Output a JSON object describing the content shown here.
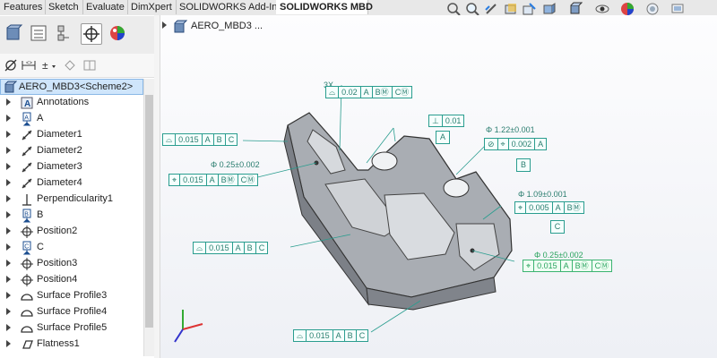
{
  "tabs": [
    "Features",
    "Sketch",
    "Evaluate",
    "DimXpert",
    "SOLIDWORKS Add-Ins",
    "SOLIDWORKS MBD"
  ],
  "active_tab": "SOLIDWORKS MBD",
  "tree": {
    "root": "AERO_MBD3<Scheme2>",
    "items": [
      {
        "label": "Annotations",
        "icon": "annotations-icon"
      },
      {
        "label": "A",
        "icon": "datum-icon"
      },
      {
        "label": "Diameter1",
        "icon": "diameter-icon"
      },
      {
        "label": "Diameter2",
        "icon": "diameter-icon"
      },
      {
        "label": "Diameter3",
        "icon": "diameter-icon"
      },
      {
        "label": "Diameter4",
        "icon": "diameter-icon"
      },
      {
        "label": "Perpendicularity1",
        "icon": "perpendicularity-icon"
      },
      {
        "label": "B",
        "icon": "datum-icon"
      },
      {
        "label": "Position2",
        "icon": "position-icon"
      },
      {
        "label": "C",
        "icon": "datum-icon"
      },
      {
        "label": "Position3",
        "icon": "position-icon"
      },
      {
        "label": "Position4",
        "icon": "position-icon"
      },
      {
        "label": "Surface Profile3",
        "icon": "surface-profile-icon"
      },
      {
        "label": "Surface Profile4",
        "icon": "surface-profile-icon"
      },
      {
        "label": "Surface Profile5",
        "icon": "surface-profile-icon"
      },
      {
        "label": "Flatness1",
        "icon": "flatness-icon"
      }
    ]
  },
  "breadcrumb": "AERO_MBD3 ...",
  "annotations": {
    "count_3x": "3X",
    "dim1": "Φ 0.25±0.002",
    "dim2": "Φ 1.22±0.001",
    "dim3": "Φ 1.09±0.001",
    "dim4": "Φ 0.25±0.002",
    "fcf_top_tol": "0.02",
    "fcf_left_tol": "0.015",
    "fcf_pos_tol": "0.015",
    "fcf_perp_tol": "0.01",
    "fcf_dia_tol": "0.002",
    "fcf_right_tol": "0.005",
    "fcf_mid_tol": "0.015",
    "fcf_green_tol": "0.015",
    "fcf_bottom_tol": "0.015",
    "datum_a": "A",
    "datum_b": "B",
    "datum_c": "C",
    "datum_mod_b": "BⓂ",
    "datum_mod_c": "CⓂ",
    "mod_a": "Ⓜ"
  },
  "colors": {
    "annotation": "#2a9d8f",
    "part": "#9aa0a6",
    "accent": "#2a7de1"
  }
}
